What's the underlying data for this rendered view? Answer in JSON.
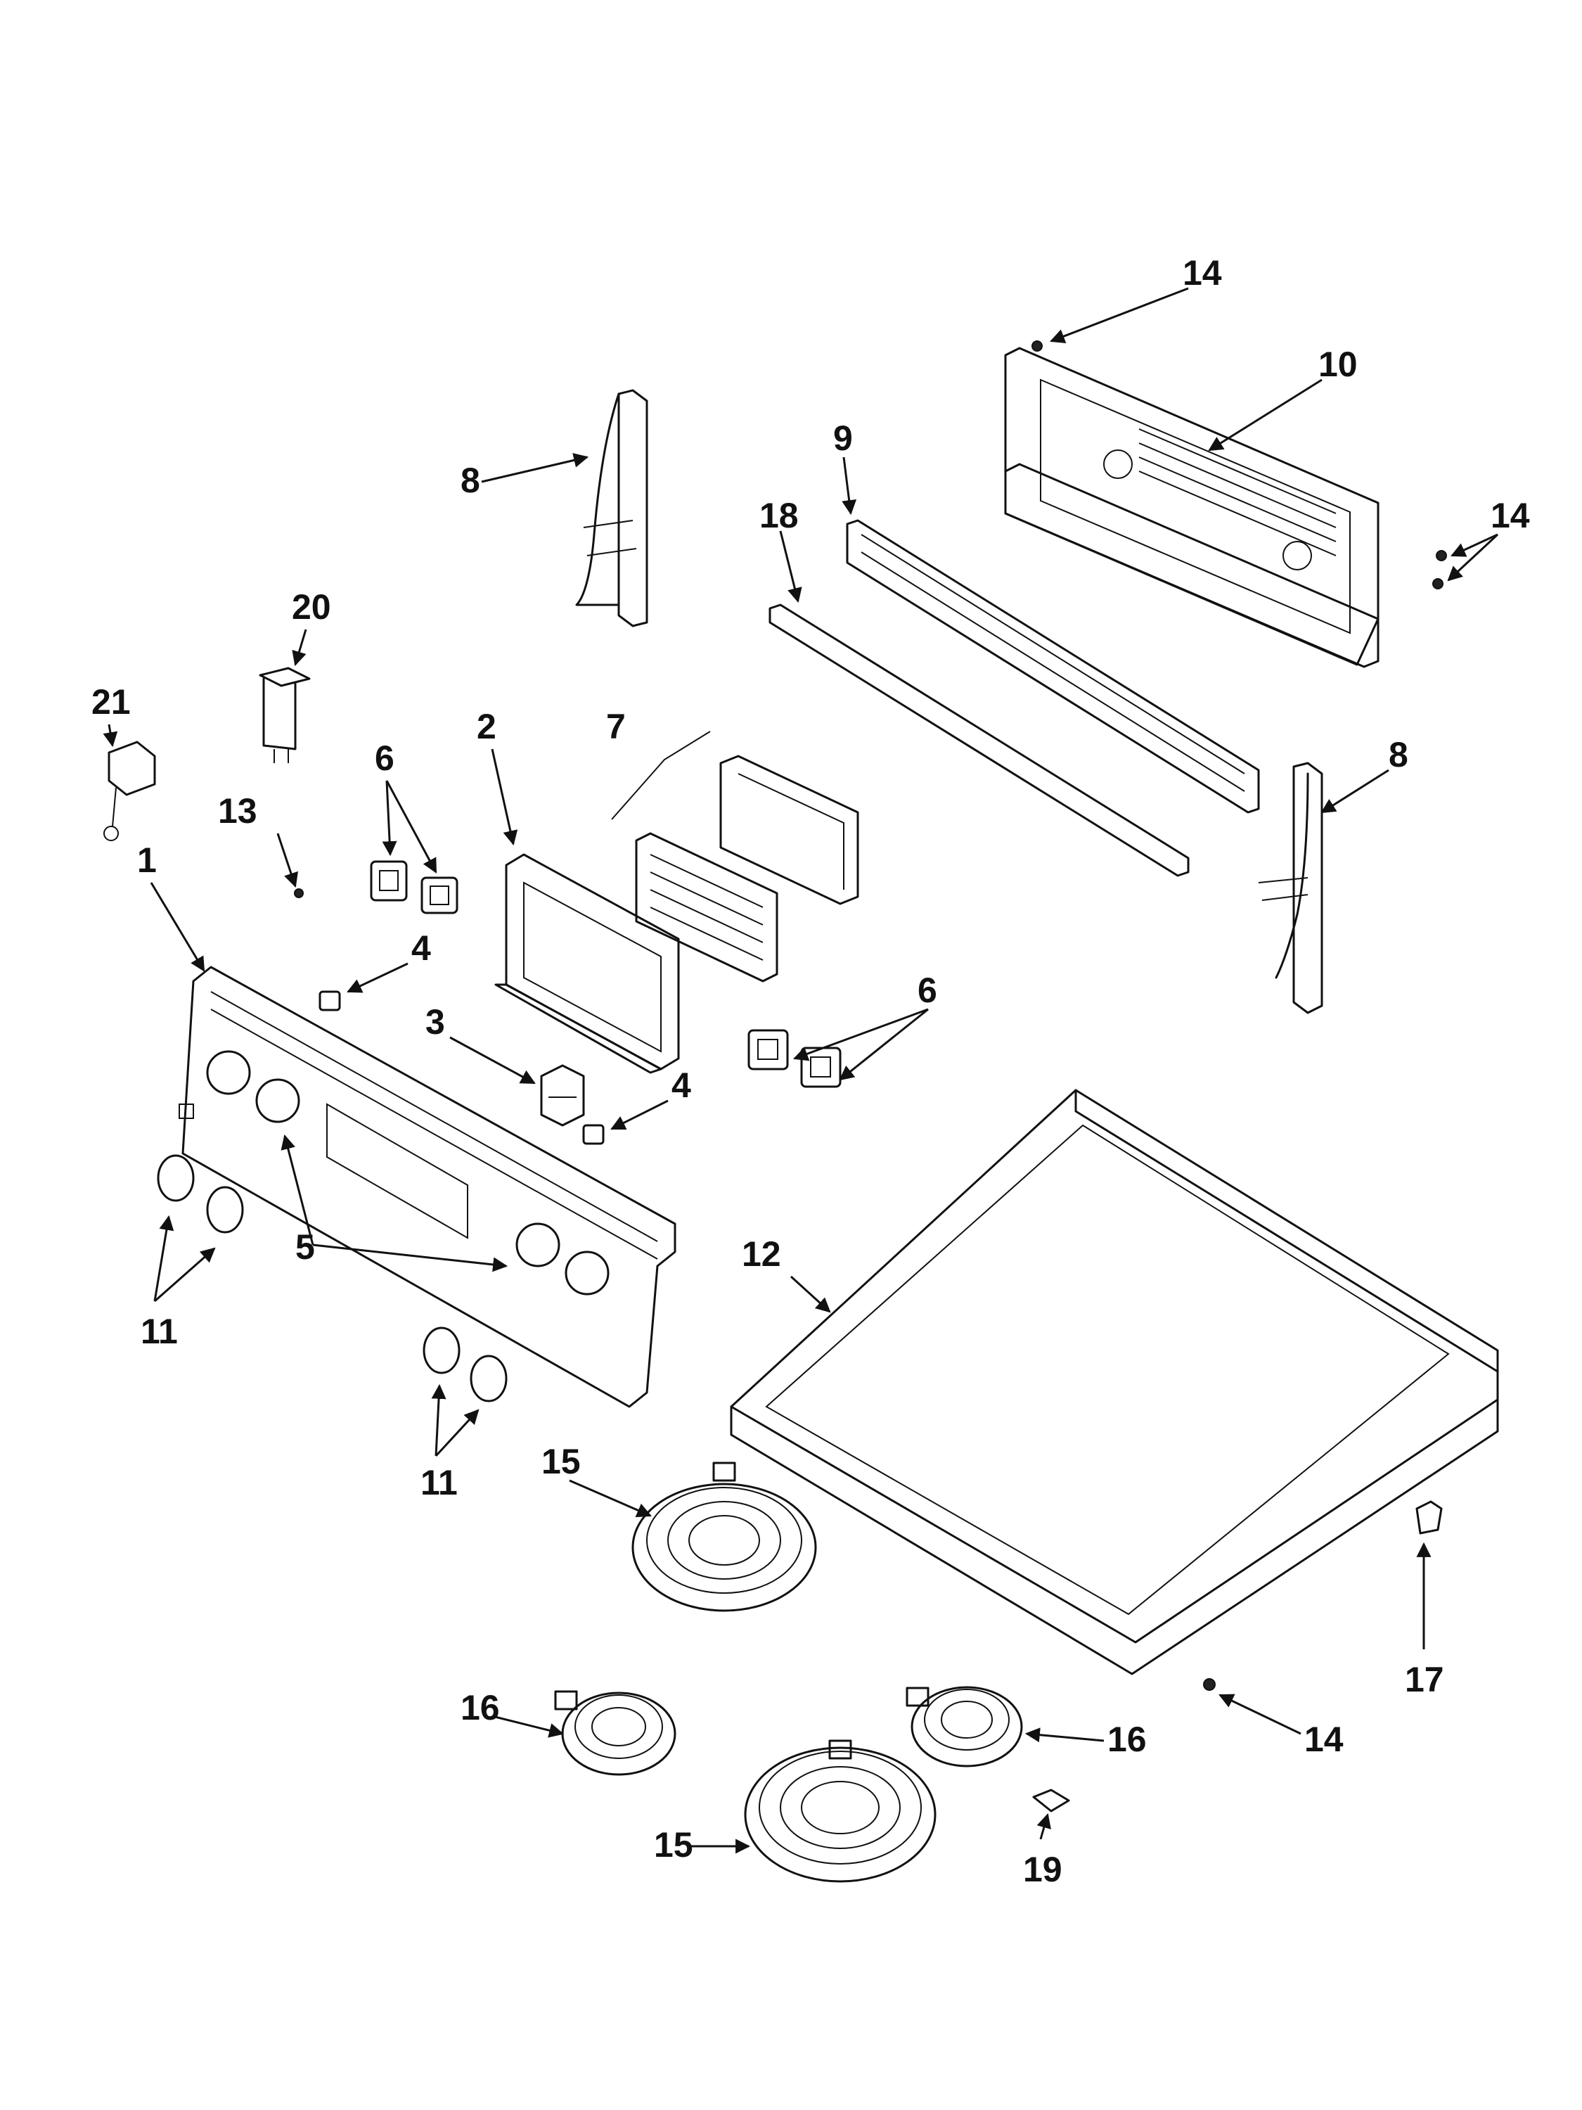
{
  "diagram": {
    "callouts": [
      {
        "id": "c14a",
        "text": "14"
      },
      {
        "id": "c10",
        "text": "10"
      },
      {
        "id": "c9",
        "text": "9"
      },
      {
        "id": "c18",
        "text": "18"
      },
      {
        "id": "c14b",
        "text": "14"
      },
      {
        "id": "c8a",
        "text": "8"
      },
      {
        "id": "c8b",
        "text": "8"
      },
      {
        "id": "c20",
        "text": "20"
      },
      {
        "id": "c21",
        "text": "21"
      },
      {
        "id": "c2",
        "text": "2"
      },
      {
        "id": "c7",
        "text": "7"
      },
      {
        "id": "c6a",
        "text": "6"
      },
      {
        "id": "c13",
        "text": "13"
      },
      {
        "id": "c1",
        "text": "1"
      },
      {
        "id": "c4a",
        "text": "4"
      },
      {
        "id": "c3",
        "text": "3"
      },
      {
        "id": "c6b",
        "text": "6"
      },
      {
        "id": "c4b",
        "text": "4"
      },
      {
        "id": "c5",
        "text": "5"
      },
      {
        "id": "c11a",
        "text": "11"
      },
      {
        "id": "c12",
        "text": "12"
      },
      {
        "id": "c11b",
        "text": "11"
      },
      {
        "id": "c15a",
        "text": "15"
      },
      {
        "id": "c17",
        "text": "17"
      },
      {
        "id": "c16a",
        "text": "16"
      },
      {
        "id": "c16b",
        "text": "16"
      },
      {
        "id": "c14c",
        "text": "14"
      },
      {
        "id": "c15b",
        "text": "15"
      },
      {
        "id": "c19",
        "text": "19"
      }
    ]
  }
}
